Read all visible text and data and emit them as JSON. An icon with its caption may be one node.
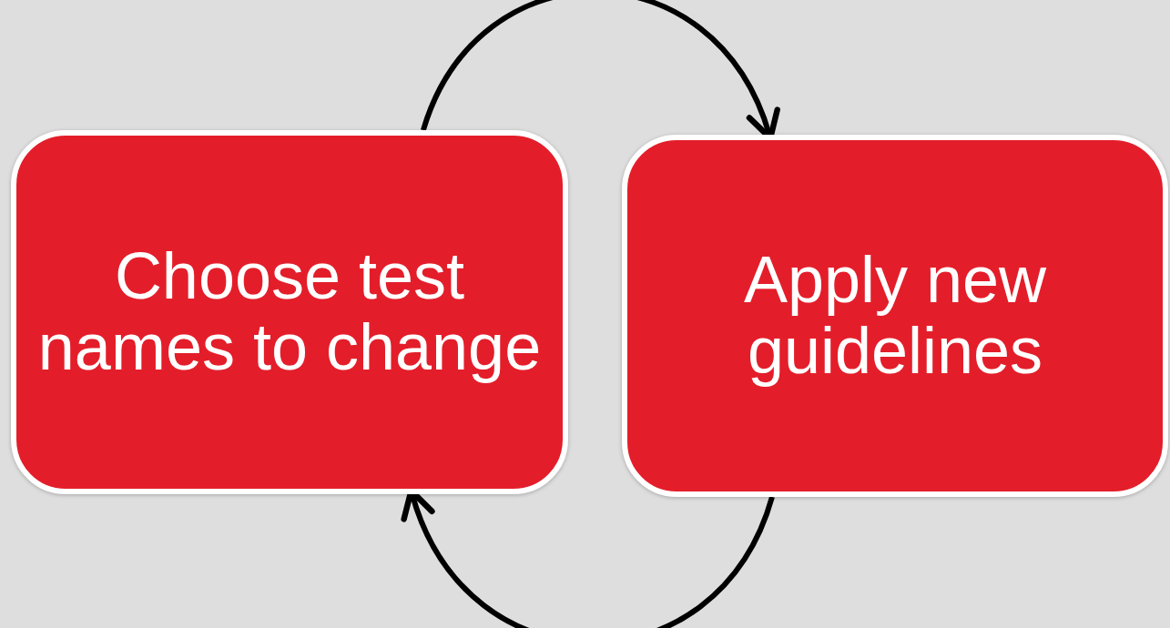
{
  "diagram": {
    "nodes": [
      {
        "text": [
          "Choose test names to change"
        ]
      },
      {
        "text": [
          "Apply new guidelines"
        ]
      }
    ],
    "edges": [
      {
        "from": 0,
        "to": 1,
        "arrow": "to"
      },
      {
        "from": 1,
        "to": 0,
        "arrow": "to"
      }
    ]
  }
}
